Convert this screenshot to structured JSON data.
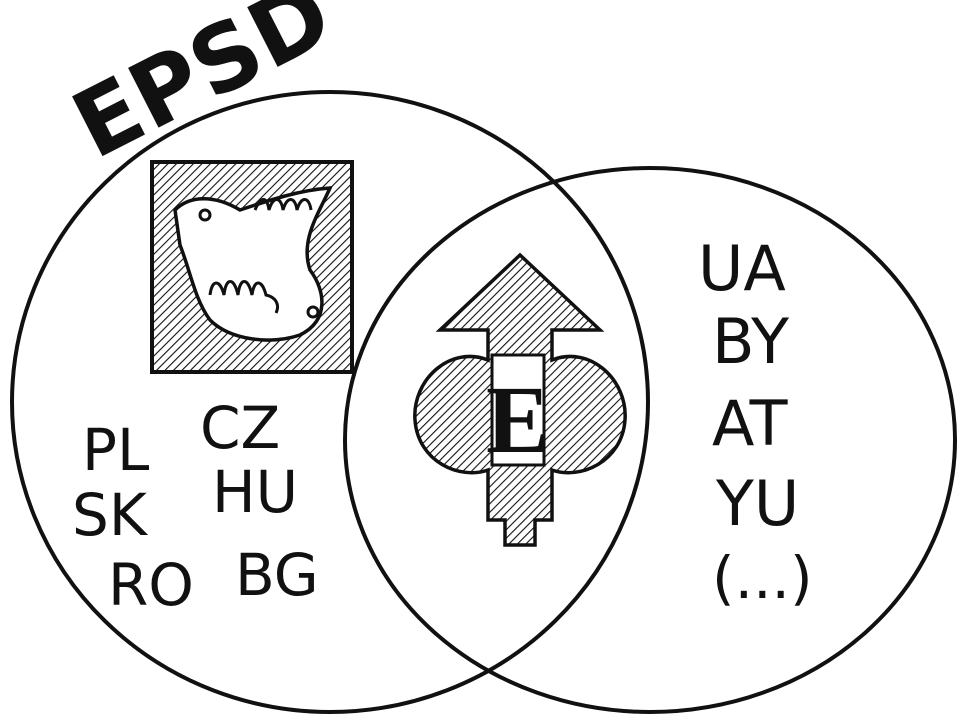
{
  "title": "EPSD",
  "left_circle": {
    "codes": [
      "PL",
      "CZ",
      "SK",
      "HU",
      "RO",
      "BG"
    ]
  },
  "center": {
    "emblem_letter": "E",
    "icon": "scout-fleur-de-lis-icon"
  },
  "left_emblem": {
    "icon": "dove-with-hand-icon"
  },
  "right_circle": {
    "codes": [
      "UA",
      "BY",
      "AT",
      "YU"
    ],
    "more": "(...)"
  },
  "colors": {
    "ink": "#111111",
    "paper": "#ffffff"
  }
}
